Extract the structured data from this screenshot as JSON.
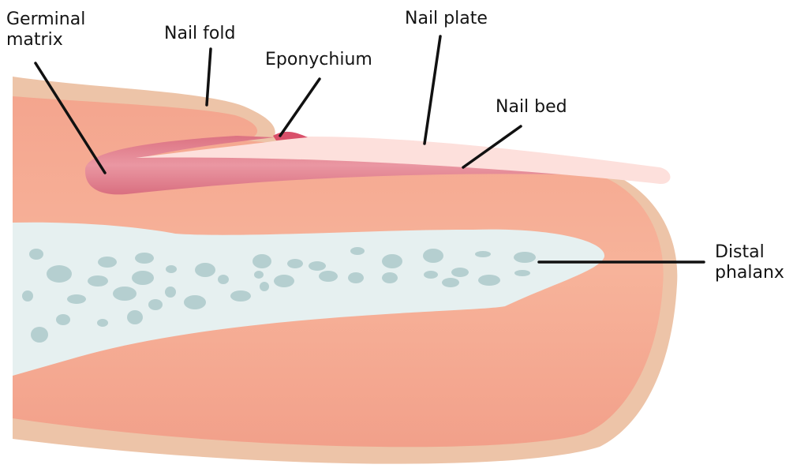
{
  "labels": {
    "germinal_matrix": "Germinal\nmatrix",
    "nail_fold": "Nail fold",
    "eponychium": "Eponychium",
    "nail_plate": "Nail plate",
    "nail_bed": "Nail bed",
    "distal_phalanx": "Distal\nphalanx"
  },
  "colors": {
    "skin_outer": "#edc4a8",
    "skin_inner": "#f5a990",
    "bone": "#e6f0f0",
    "bone_spots": "#b5cfd0",
    "matrix": "#dc7484",
    "nail_plate": "#fde0dc",
    "eponychium": "#d9506a"
  }
}
